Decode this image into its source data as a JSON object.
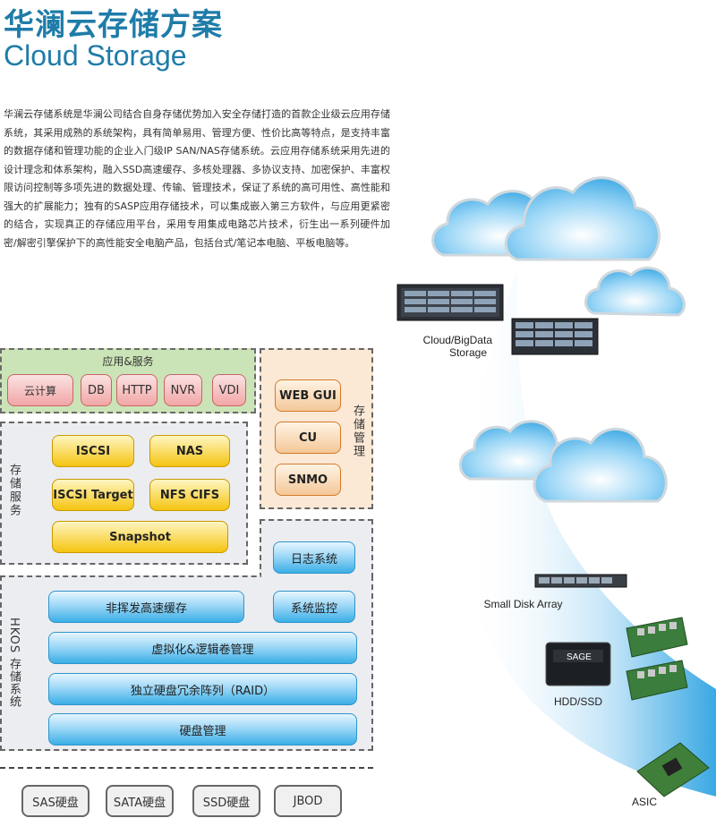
{
  "header": {
    "title_cn": "华澜云存储方案",
    "title_en": "Cloud Storage"
  },
  "intro": "华澜云存储系统是华澜公司结合自身存储优势加入安全存储打造的首款企业级云应用存储系统，其采用成熟的系统架构，具有简单易用、管理方便、性价比高等特点，是支持丰富的数据存储和管理功能的企业入门级IP SAN/NAS存储系统。云应用存储系统采用先进的设计理念和体系架构，融入SSD高速缓存、多核处理器、多协议支持、加密保护、丰富权限访问控制等多项先进的数据处理、传输、管理技术，保证了系统的高可用性、高性能和强大的扩展能力；独有的SASP应用存储技术，可以集成嵌入第三方软件，与应用更紧密的结合，实现真正的存储应用平台，采用专用集成电路芯片技术，衍生出一系列硬件加密/解密引擎保护下的高性能安全电脑产品，包括台式/笔记本电脑、平板电脑等。",
  "diagram": {
    "app_services": {
      "label": "应用&服务",
      "items": [
        "云计算",
        "DB",
        "HTTP",
        "NVR",
        "VDI"
      ]
    },
    "storage_mgmt": {
      "label": "存储管理",
      "items": [
        "WEB GUI",
        "CU",
        "SNMO"
      ]
    },
    "storage_services": {
      "label": "存储服务",
      "items": [
        "ISCSI",
        "NAS",
        "ISCSI Target",
        "NFS CIFS",
        "Snapshot"
      ]
    },
    "hkos": {
      "label": "HKOS 存储系统",
      "log": "日志系统",
      "monitor": "系统监控",
      "cache": "非挥发高速缓存",
      "virtual": "虚拟化&逻辑卷管理",
      "raid": "独立硬盘冗余阵列（RAID）",
      "disk_mgmt": "硬盘管理"
    },
    "disks": [
      "SAS硬盘",
      "SATA硬盘",
      "SSD硬盘",
      "JBOD"
    ]
  },
  "illustration": {
    "cloud_bigdata": "Cloud/BigData",
    "storage": "Storage",
    "small_disk_array": "Small Disk Array",
    "hdd_ssd": "HDD/SSD",
    "asic": "ASIC",
    "ssd_brand": "SAGE"
  }
}
